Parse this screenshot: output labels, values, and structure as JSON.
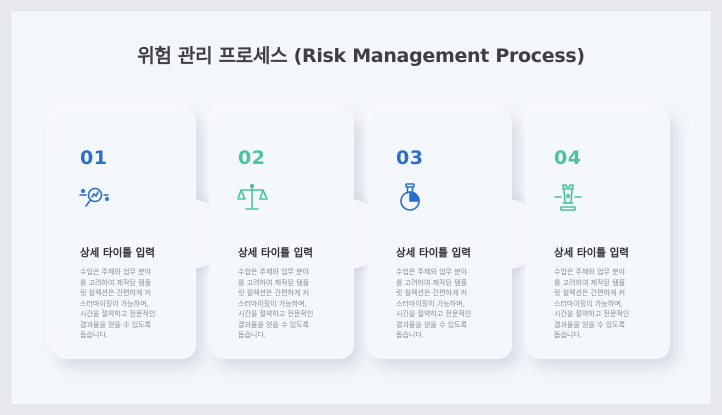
{
  "title": "위험 관리 프로세스 (Risk Management Process)",
  "colors": {
    "blue": "#2a6fc9",
    "green": "#4cc49a"
  },
  "cards": [
    {
      "num": "01",
      "icon": "magnifier-chart-icon",
      "color": "#2a6fc9",
      "heading": "상세 타이틀 입력",
      "desc": "수업은 주제와 업무 분야\n를 고려하여 제작된 템플\n릿 컬렉션은 간편하게 커\n스터마이징이 가능하며,\n시간을 절약하고 전문적인\n결과물을 얻을 수 있도록\n돕습니다."
    },
    {
      "num": "02",
      "icon": "balance-scale-icon",
      "color": "#4cc49a",
      "heading": "상세 타이틀 입력",
      "desc": "수업은 주제와 업무 분야\n를 고려하여 제작된 템플\n릿 컬렉션은 간편하게 커\n스터마이징이 가능하며,\n시간을 절약하고 전문적인\n결과물을 얻을 수 있도록\n돕습니다."
    },
    {
      "num": "03",
      "icon": "flask-chart-icon",
      "color": "#2a6fc9",
      "heading": "상세 타이틀 입력",
      "desc": "수업은 주제와 업무 분야\n를 고려하여 제작된 템플\n릿 컬렉션은 간편하게 커\n스터마이징이 가능하며,\n시간을 절약하고 전문적인\n결과물을 얻을 수 있도록\n돕습니다."
    },
    {
      "num": "04",
      "icon": "chess-rook-icon",
      "color": "#4cc49a",
      "heading": "상세 타이틀 입력",
      "desc": "수업은 주제와 업무 분야\n를 고려하여 제작된 템플\n릿 컬렉션은 간편하게 커\n스터마이징이 가능하며,\n시간을 절약하고 전문적인\n결과물을 얻을 수 있도록\n돕습니다."
    }
  ]
}
